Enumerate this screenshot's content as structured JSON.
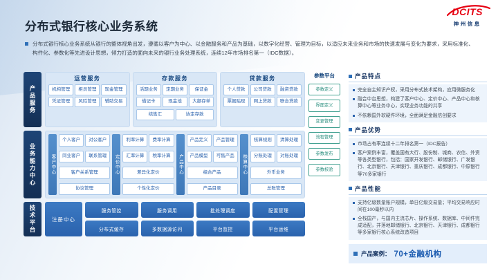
{
  "logo": {
    "brand": "DCITS",
    "company": "神州信息"
  },
  "page": {
    "title": "分布式银行核心业务系统",
    "intro": "分布式银行核心业务系统从银行的整体视角出发，遵循以客户为中心、以金融服务和产品为基础，以数字化经营、管理为目标，以适应未来业务和市场的快速发展与变化为要求，采用标准化、构件化、参数化等先进设计思想，倾力打造的面向未来的银行业务处理系统，连续12年市场排名第一（IDC数据）。"
  },
  "diagram": {
    "side": {
      "products": "产品服务",
      "capability": "业务能力中心",
      "tech": "技术平台"
    },
    "operation": {
      "title": "运营服务",
      "items": [
        "机构管理",
        "柜员管理",
        "现金管理",
        "凭证管理",
        "风险管理",
        "辅助交易"
      ]
    },
    "deposit": {
      "title": "存款服务",
      "items": [
        "活期业务",
        "定期业务",
        "保证金",
        "借记卡",
        "现金池",
        "大额存单"
      ],
      "wide": [
        "结售汇",
        "协定存款"
      ]
    },
    "loan": {
      "title": "贷款服务",
      "items": [
        "个人贷款",
        "公司贷款",
        "融资贷款",
        "票据贴现",
        "网上贷款",
        "联合贷款"
      ]
    },
    "param": {
      "title": "参数平台",
      "items": [
        "参数定义",
        "界面定义",
        "变更管理",
        "流程管理",
        "参数发布",
        "参数校验"
      ]
    },
    "customer": {
      "strip": "客户中心",
      "items": [
        "个人客户",
        "对公客户",
        "同业客户",
        "联系管理"
      ],
      "wide": [
        "客户关系管理",
        "协议管理"
      ]
    },
    "pricing": {
      "strip": "定价中心",
      "items": [
        "利率计算",
        "费率计算",
        "汇率计算",
        "税率计算"
      ],
      "wide": [
        "差异化定价",
        "个性化定价"
      ]
    },
    "product": {
      "strip": "产品中心",
      "items": [
        "产品定义",
        "产品管理",
        "产品模型",
        "可售产品"
      ],
      "wide": [
        "组合产品",
        "产品目录"
      ]
    },
    "accounting": {
      "strip": "核算中心",
      "items": [
        "核算规则",
        "清算处理",
        "分账处理",
        "对账处理"
      ],
      "wide": [
        "外币业务",
        "总账管理"
      ]
    },
    "tech": {
      "tall": "注册中心",
      "row1": [
        "服务管控",
        "服务调用",
        "批处理调度",
        "配置管理"
      ],
      "row2": [
        "分布式缓存",
        "多数据源访问",
        "平台监控",
        "平台运维"
      ]
    }
  },
  "sidebar": {
    "features": {
      "title": "产品特点",
      "bullets": [
        "完全自主知识产权，采用分布式技术架构，应用微服务化",
        "融合中台思想，构建了客户中心、定价中心、产品中心和核算中心等业务中心，实现业务功能的共享",
        "不依赖国外软硬件环境，全面满足金融信创要求"
      ]
    },
    "advantages": {
      "title": "产品优势",
      "bullets": [
        "市场占有率连续十二年排名第一（IDC报告）",
        "客户案例丰富，覆盖国有大行、股份制、城商、农信、外资等各类型银行，包括：国家开发银行、邮储银行、广发银行、北京银行、天津银行、重庆银行、成都银行、中原银行等70多家银行"
      ]
    },
    "performance": {
      "title": "产品性能",
      "bullets": [
        "支持亿级数量账户规模，单日亿级交易量；平均交易响应时间在100毫秒以内",
        "全栈国产，与国内主流芯片、操作系统、数据库、中间件完成适配，并落地邮储银行、北京银行、天津银行、成都银行等多家银行核心系统改造项目"
      ]
    },
    "cases": {
      "label": "产品案例：",
      "value": "70+金融机构"
    }
  },
  "colors": {
    "accent": "#1f5ca8",
    "navy": "#16365f",
    "panel_blue": "#d9e7f6",
    "strip_blue": "#4e88c7",
    "button_blue": "#2e6fb7",
    "teal": "#2f9c8e",
    "logo_red": "#e60012"
  }
}
